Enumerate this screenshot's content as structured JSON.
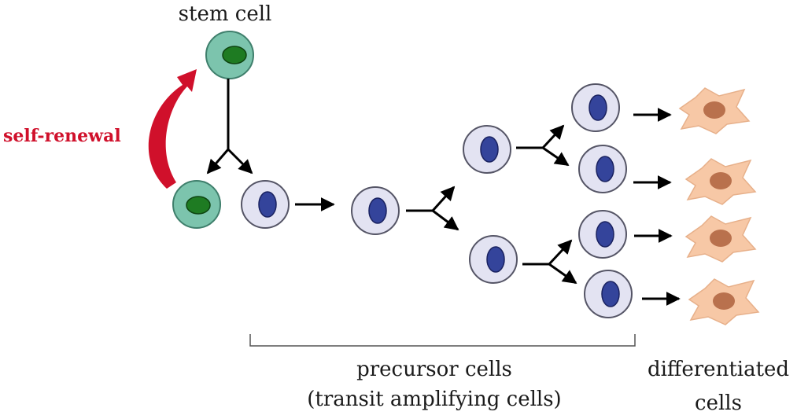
{
  "labels": {
    "stem_cell": "stem cell",
    "self_renewal": "self-renewal",
    "precursor_line1": "precursor cells",
    "precursor_line2": "(transit amplifying cells)",
    "differentiated_line1": "differentiated",
    "differentiated_line2": "cells"
  },
  "colors": {
    "stem_cell_fill": "#7cc4ad",
    "stem_cell_outline": "#3f7f6c",
    "stem_nucleus": "#1e7b22",
    "precursor_fill": "#e3e3f2",
    "precursor_outline": "#555566",
    "precursor_nucleus": "#34449b",
    "differentiated_fill": "#f7c8a6",
    "differentiated_nucleus": "#b9714d",
    "self_renewal": "#d0102b",
    "arrow": "#000000"
  },
  "icons": {
    "stem_cell": "stem-cell-icon",
    "precursor_cell": "precursor-cell-icon",
    "differentiated_cell": "differentiated-cell-icon",
    "self_renewal_arrow": "curved-arrow-icon"
  }
}
